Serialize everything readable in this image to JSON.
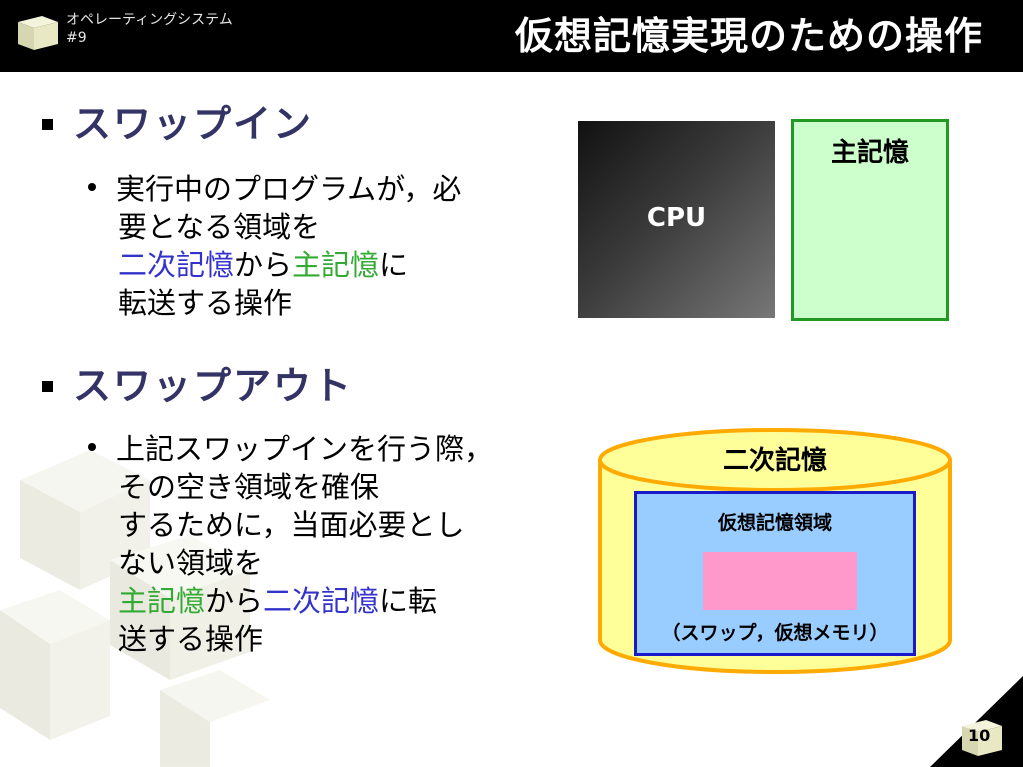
{
  "header": {
    "course": "オペレーティングシステム",
    "lecture": "#9",
    "title": "仮想記憶実現のための操作"
  },
  "section1": {
    "heading": "スワップイン",
    "bullet": {
      "line1": "実行中のプログラムが，必",
      "line2": "要となる領域を",
      "line3_a": "二次記憶",
      "line3_b": "から",
      "line3_c": "主記憶",
      "line3_d": "に",
      "line4": "転送する操作"
    }
  },
  "section2": {
    "heading": "スワップアウト",
    "bullet": {
      "line1": "上記スワップインを行う際，",
      "line2": "その空き領域を確保",
      "line3": "するために，当面必要とし",
      "line4": "ない領域を",
      "line5_a": "主記憶",
      "line5_b": "から",
      "line5_c": "二次記憶",
      "line5_d": "に転",
      "line6": "送する操作"
    }
  },
  "diagram": {
    "cpu_label": "CPU",
    "main_memory_label": "主記憶",
    "secondary_storage_label": "二次記憶",
    "virtual_area_label": "仮想記憶領域",
    "virtual_area_note": "（スワップ，仮想メモリ）"
  },
  "page_number": "10",
  "colors": {
    "heading": "#333366",
    "secondary_storage_text": "#3333cc",
    "main_memory_text": "#33aa33",
    "main_memory_fill": "#ccffcc",
    "disk_fill": "#ffff99",
    "disk_border": "#ffaa00",
    "virtual_area_fill": "#99ccff",
    "swap_block_fill": "#ff99cc"
  }
}
